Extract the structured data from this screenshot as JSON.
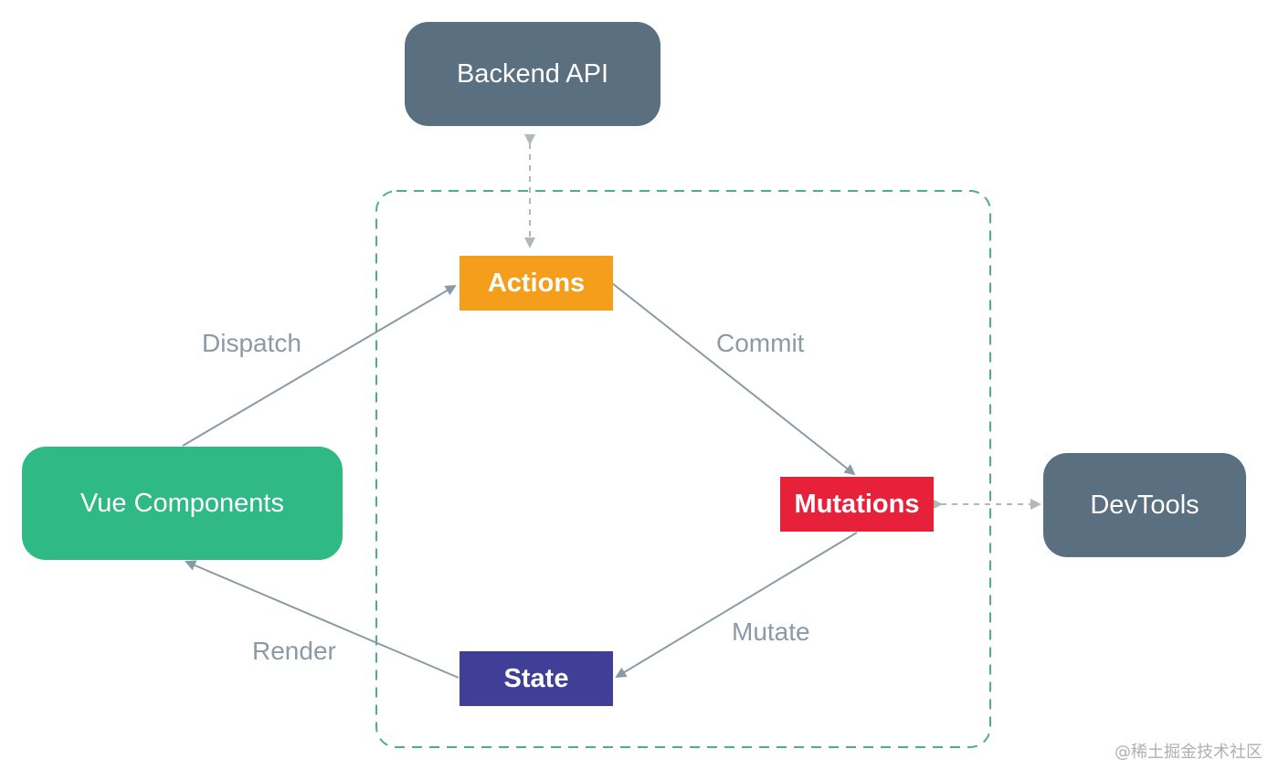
{
  "nodes": {
    "backend_api": {
      "label": "Backend API",
      "color": "#5a6f80"
    },
    "actions": {
      "label": "Actions",
      "color": "#f59e1c"
    },
    "mutations": {
      "label": "Mutations",
      "color": "#e8213a"
    },
    "state": {
      "label": "State",
      "color": "#3f3f98"
    },
    "vue_components": {
      "label": "Vue Components",
      "color": "#2fb985"
    },
    "devtools": {
      "label": "DevTools",
      "color": "#5a6f80"
    }
  },
  "edges": {
    "dispatch": "Dispatch",
    "commit": "Commit",
    "mutate": "Mutate",
    "render": "Render"
  },
  "colors": {
    "arrow": "#8b9ba5",
    "dashed_arrow": "#b0b8bd",
    "store_boundary": "#4fae8a"
  },
  "watermark": "@稀土掘金技术社区"
}
